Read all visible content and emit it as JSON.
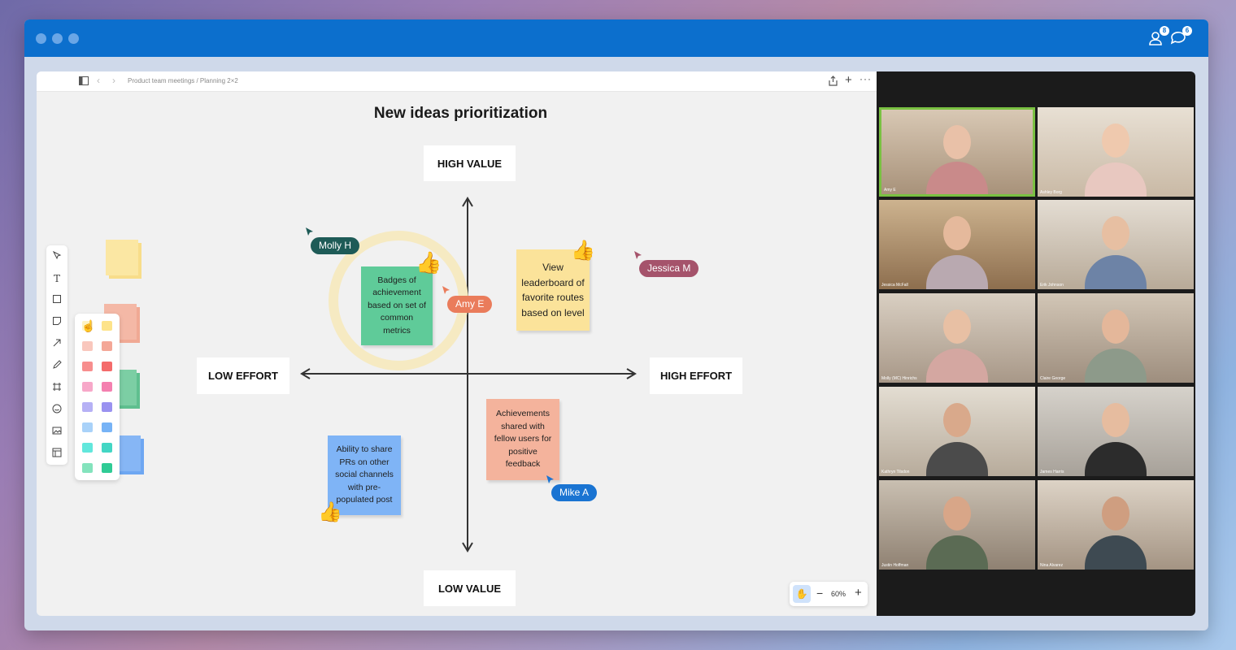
{
  "header": {
    "notifications": {
      "participants_count": "8",
      "chat_count": "6"
    }
  },
  "board": {
    "breadcrumb": "Product team meetings / Planning 2×2",
    "title": "New ideas prioritization",
    "axes": {
      "top": "HIGH VALUE",
      "bottom": "LOW VALUE",
      "left": "LOW EFFORT",
      "right": "HIGH EFFORT"
    },
    "stickies": [
      {
        "text": "Badges of achievement based on set of common metrics",
        "color": "#5fcb99"
      },
      {
        "text": "View leaderboard of favorite routes based on level",
        "color": "#fbe39a"
      },
      {
        "text": "Achievements shared with fellow users for positive feedback",
        "color": "#f4b39c"
      },
      {
        "text": "Ability to share PRs on other social channels with pre-populated post",
        "color": "#7fb4f6"
      }
    ],
    "cursors": [
      {
        "name": "Molly H",
        "color": "#1e5b57"
      },
      {
        "name": "Amy E",
        "color": "#ea7c5b"
      },
      {
        "name": "Jessica M",
        "color": "#a5536b"
      },
      {
        "name": "Mike A",
        "color": "#1a74d2"
      }
    ],
    "zoom": {
      "level": "60%"
    }
  },
  "palette": {
    "colors": [
      [
        "#fdf3c4",
        "#fde38a"
      ],
      [
        "#f9c7bd",
        "#f4a797"
      ],
      [
        "#f78e8e",
        "#f46b6b"
      ],
      [
        "#f7a8c9",
        "#f480b0"
      ],
      [
        "#b6b1f5",
        "#9a92f0"
      ],
      [
        "#a9d2f9",
        "#77b3f6"
      ],
      [
        "#62e7dc",
        "#43d6c4"
      ],
      [
        "#84e3bd",
        "#2fcb95"
      ]
    ]
  },
  "video": {
    "participants": [
      {
        "name": "Amy E"
      },
      {
        "name": "Ashley Borg"
      },
      {
        "name": "Jessica McFall"
      },
      {
        "name": "Erik Johnson"
      },
      {
        "name": "Molly (MC) Hinrichs"
      },
      {
        "name": "Claire George"
      },
      {
        "name": "Kathryn Tilsdon"
      },
      {
        "name": "James Harris"
      },
      {
        "name": "Justin Hoffman"
      },
      {
        "name": "Nina Alvarez"
      }
    ]
  }
}
